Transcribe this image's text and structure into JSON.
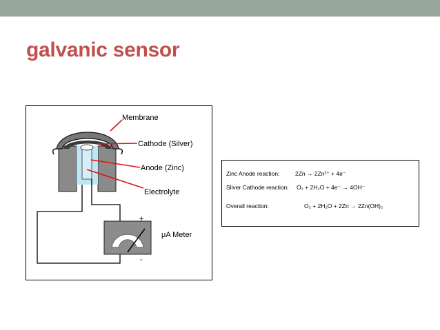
{
  "slide": {
    "title": "galvanic sensor"
  },
  "diagram": {
    "labels": {
      "membrane": "Membrane",
      "cathode": "Cathode (Silver)",
      "anode": "Anode (Zinc)",
      "electrolyte": "Electrolyte",
      "meter": "μA Meter",
      "plus": "+",
      "minus": "-"
    }
  },
  "reactions": {
    "zinc_anode": {
      "label": "Zinc Anode reaction:",
      "equation": "2Zn → 2Zn²⁺ + 4e⁻"
    },
    "silver_cathode": {
      "label": "Sliver Cathode reaction:",
      "equation": "O₂ + 2H₂O + 4e⁻ → 4OH⁻"
    },
    "overall": {
      "label": "Overall reaction:",
      "equation": "O₂ + 2H₂O + 2Zn → 2Zn(OH)₂"
    }
  }
}
